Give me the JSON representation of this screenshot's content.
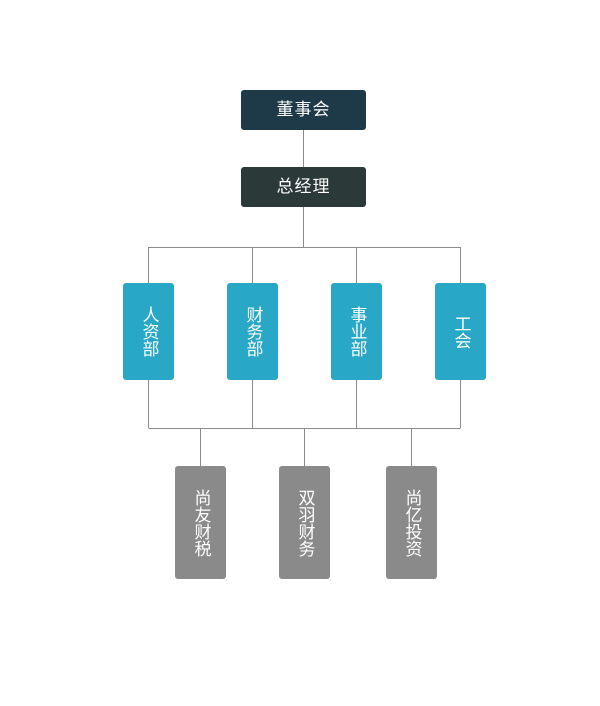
{
  "nodes": {
    "board": "董事会",
    "general_manager": "总经理",
    "departments": [
      "人资部",
      "财务部",
      "事业部",
      "工会"
    ],
    "subsidiaries": [
      "尚友财税",
      "双羽财务",
      "尚亿投资"
    ]
  },
  "colors": {
    "board": "#1e3a48",
    "general_manager": "#2b3a38",
    "department": "#28a8c6",
    "subsidiary": "#8a8a8a",
    "connector": "#8c8c8c"
  }
}
